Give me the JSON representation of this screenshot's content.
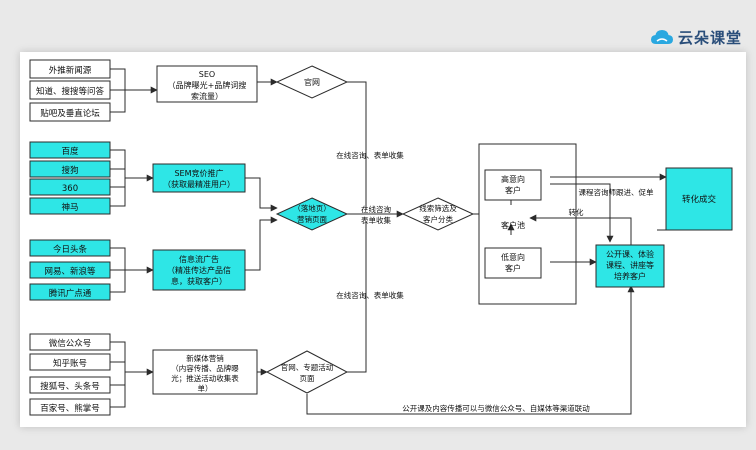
{
  "logo": {
    "text": "云朵课堂",
    "icon": "cloud-icon"
  },
  "colors": {
    "cyan": "#2ee6e6",
    "line": "#2b2b2b",
    "bg": "#e9e9e9",
    "card": "#ffffff"
  },
  "nodes": {
    "src_waitui": "外推新闻源",
    "src_zhidao": "知道、搜搜等问答",
    "src_tieba": "贴吧及垂直论坛",
    "seo": [
      "SEO",
      "（品牌曝光+品牌词搜",
      "索流量）"
    ],
    "guanwang": "官网",
    "baidu": "百度",
    "sougou": "搜狗",
    "s360": "360",
    "shenma": "神马",
    "sem": [
      "SEM竞价推广",
      "（获取最精准用户）"
    ],
    "landing": [
      "（落地页）",
      "营销页面"
    ],
    "toutiao": "今日头条",
    "wangyi": "网易、新浪等",
    "tengxun": "腾讯广点通",
    "feed": [
      "信息流广告",
      "（精准传达产品信",
      "息，获取客户）"
    ],
    "screen": [
      "线索筛选及",
      "客户分类"
    ],
    "high_intent": [
      "高意向",
      "客户"
    ],
    "pool": "客户池",
    "low_intent": [
      "低意向",
      "客户"
    ],
    "openclass": [
      "公开课、体验",
      "课程、讲座等",
      "培养客户"
    ],
    "convert": "转化成交",
    "weixin": "微信公众号",
    "zhihu": "知乎账号",
    "souhu": "搜狐号、头条号",
    "baijia": "百家号、熊掌号",
    "newmedia": [
      "新媒体营销",
      "（内容传播、品牌曝",
      "光；推送活动收集表",
      "单）"
    ],
    "topic": [
      "官网、专题活动",
      "页面"
    ]
  },
  "labels": {
    "online_top": "在线咨询、表单收集",
    "online_mid": [
      "在线咨询",
      "表单收集"
    ],
    "online_bottom": "在线咨询、表单收集",
    "followup": "课程咨询师跟进、促单",
    "zhuanhua": "转化",
    "bottom_route": "公开课及内容传播可以与微信公众号、自媒体等渠道联动"
  }
}
